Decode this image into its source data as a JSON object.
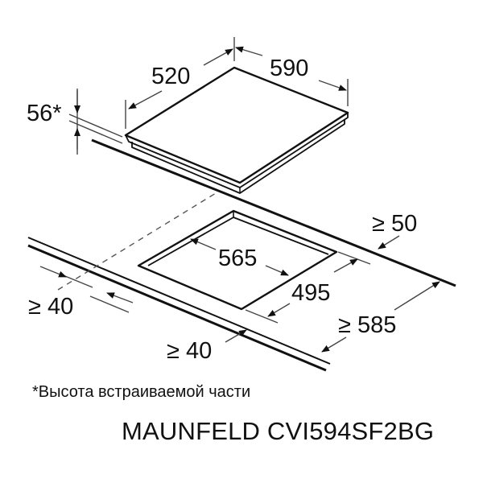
{
  "diagram": {
    "type": "installation-drawing",
    "subject": "built-in hob cutout dimensions",
    "hob": {
      "width_label": "590",
      "depth_label": "520",
      "height_label": "56*"
    },
    "cutout": {
      "width_label": "565",
      "depth_label": "495"
    },
    "clearances": {
      "rear_label": "≥ 50",
      "side_label": "≥ 40",
      "front_label": "≥ 40",
      "worktop_depth_label": "≥ 585"
    },
    "footnote": "*Высота встраиваемой части",
    "model": "MAUNFELD CVI594SF2BG",
    "colors": {
      "line": "#111111",
      "thin_line": "#444444",
      "background": "#ffffff"
    }
  }
}
